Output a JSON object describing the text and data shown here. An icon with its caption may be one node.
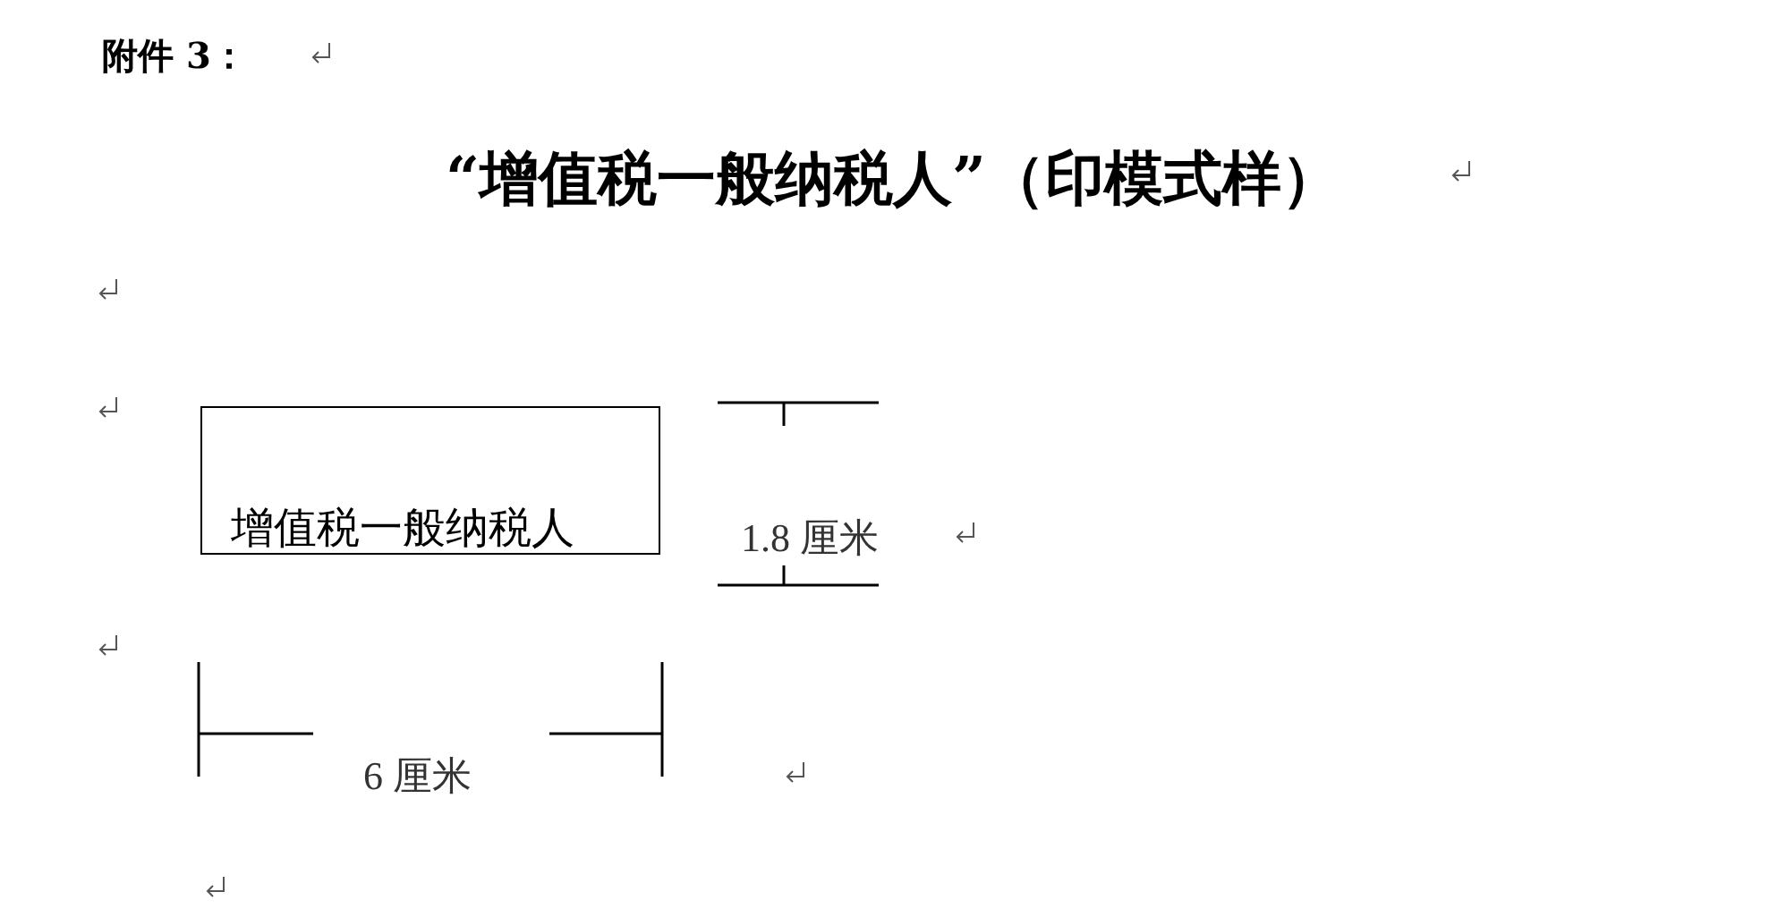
{
  "diagram": {
    "title": "“增值税一般纳税人”（印模式样）",
    "nodes": [
      {
        "text": [
          "增值税一般纳税人"
        ]
      }
    ],
    "labels": [
      "附件 3：",
      "1.8 厘米",
      "6 厘米"
    ]
  }
}
